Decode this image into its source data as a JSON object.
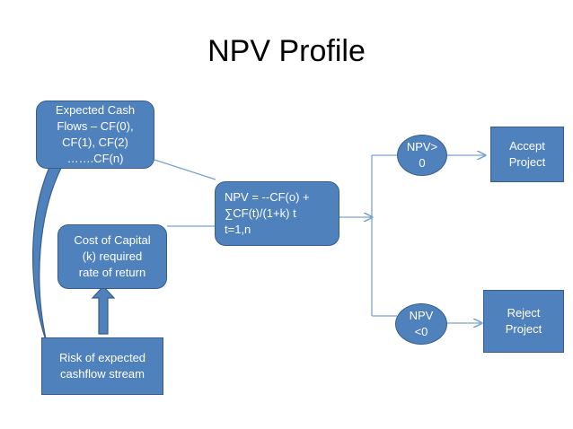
{
  "title": "NPV Profile",
  "nodes": {
    "cash_flows": "Expected Cash\nFlows – CF(0),\nCF(1), CF(2)\n…….CF(n)",
    "cost_of_capital": "Cost of Capital\n(k) required\nrate of return",
    "risk": "Risk of expected\ncashflow stream",
    "npv_formula": "NPV = --CF(o) +\n∑CF(t)/(1+k) t\nt=1,n",
    "npv_positive": "NPV>\n0",
    "npv_negative": "NPV\n<0",
    "accept": "Accept\nProject",
    "reject": "Reject\nProject"
  },
  "colors": {
    "fill": "#4f81bd",
    "border": "#385d8a",
    "connector": "#7aa3cf"
  }
}
